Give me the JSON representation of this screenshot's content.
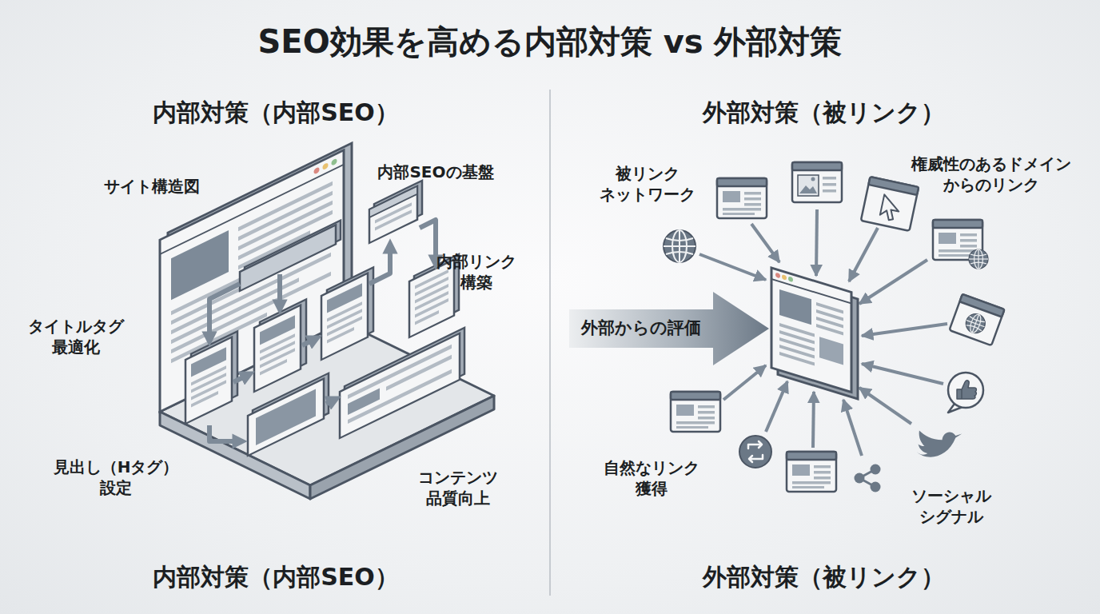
{
  "diagram": {
    "title": "SEO効果を高める内部対策 vs 外部対策",
    "nodes": [
      {
        "text": [
          "外部からの評価"
        ]
      }
    ],
    "labels": [
      "内部対策（内部SEO）",
      "サイト構造図",
      "内部SEOの基盤",
      "内部リンク 構築",
      "タイトルタグ 最適化",
      "見出し（Hタグ） 設定",
      "コンテンツ 品質向上",
      "内部対策（内部SEO）",
      "外部対策（被リンク）",
      "被リンク ネットワーク",
      "権威性のあるドメイン からのリンク",
      "自然なリンク 獲得",
      "ソーシャル シグナル",
      "外部対策（被リンク）"
    ]
  }
}
